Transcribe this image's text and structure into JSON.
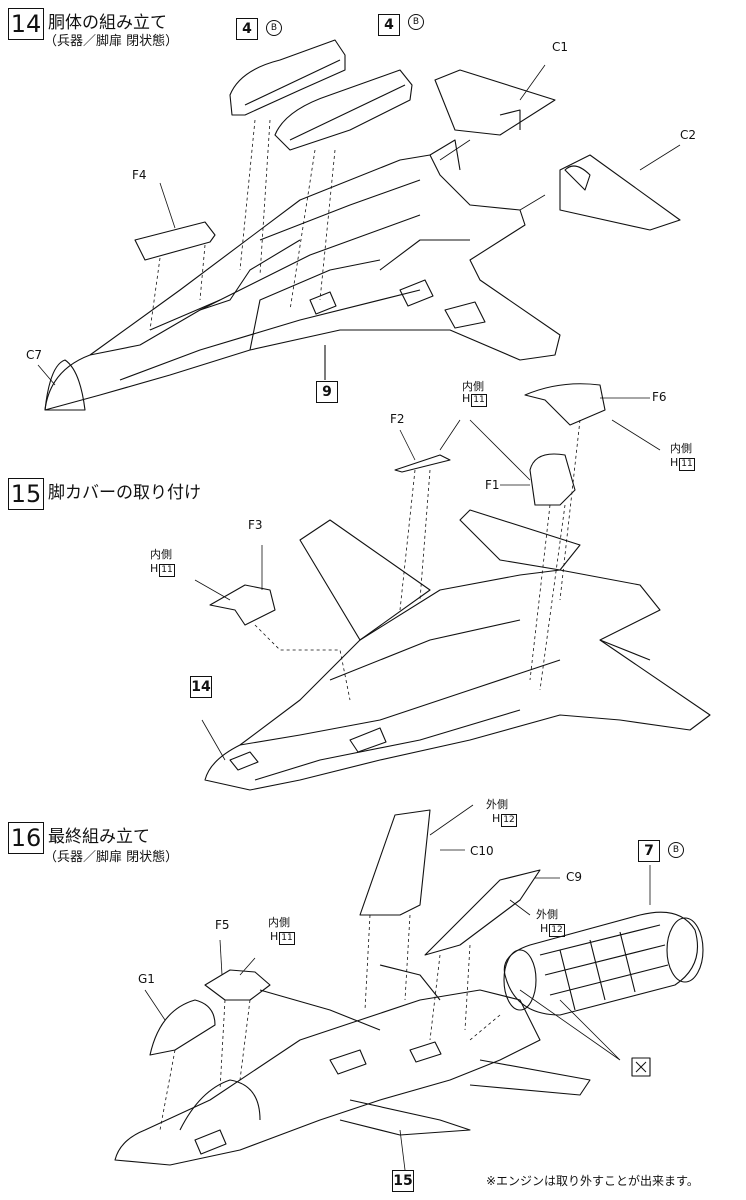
{
  "steps": [
    {
      "number": "14",
      "title": "胴体の組み立て",
      "subtitle": "（兵器／脚扉 閉状態）"
    },
    {
      "number": "15",
      "title": "脚カバーの取り付け"
    },
    {
      "number": "16",
      "title": "最終組み立て",
      "subtitle": "（兵器／脚扉 閉状態）"
    }
  ],
  "step14": {
    "parts": {
      "c1": "C1",
      "c2": "C2",
      "f4": "F4",
      "c7": "C7"
    },
    "ref_boxes": {
      "left4": "4",
      "right4": "4",
      "nine": "9"
    },
    "circled": "B"
  },
  "step15": {
    "parts": {
      "f2": "F2",
      "f1": "F1",
      "f3": "F3",
      "f6": "F6"
    },
    "inner_label": "内側",
    "h_prefix": "H",
    "h_num": "11",
    "ref_box": "14"
  },
  "step16": {
    "parts": {
      "c10": "C10",
      "c9": "C9",
      "f5": "F5",
      "g1": "G1"
    },
    "outer_label": "外側",
    "inner_label": "内側",
    "h_prefix": "H",
    "h12": "12",
    "h11": "11",
    "ref_box_7": "7",
    "circled": "B",
    "ref_box_15": "15",
    "note": "※エンジンは取り外すことが出来ます。"
  }
}
